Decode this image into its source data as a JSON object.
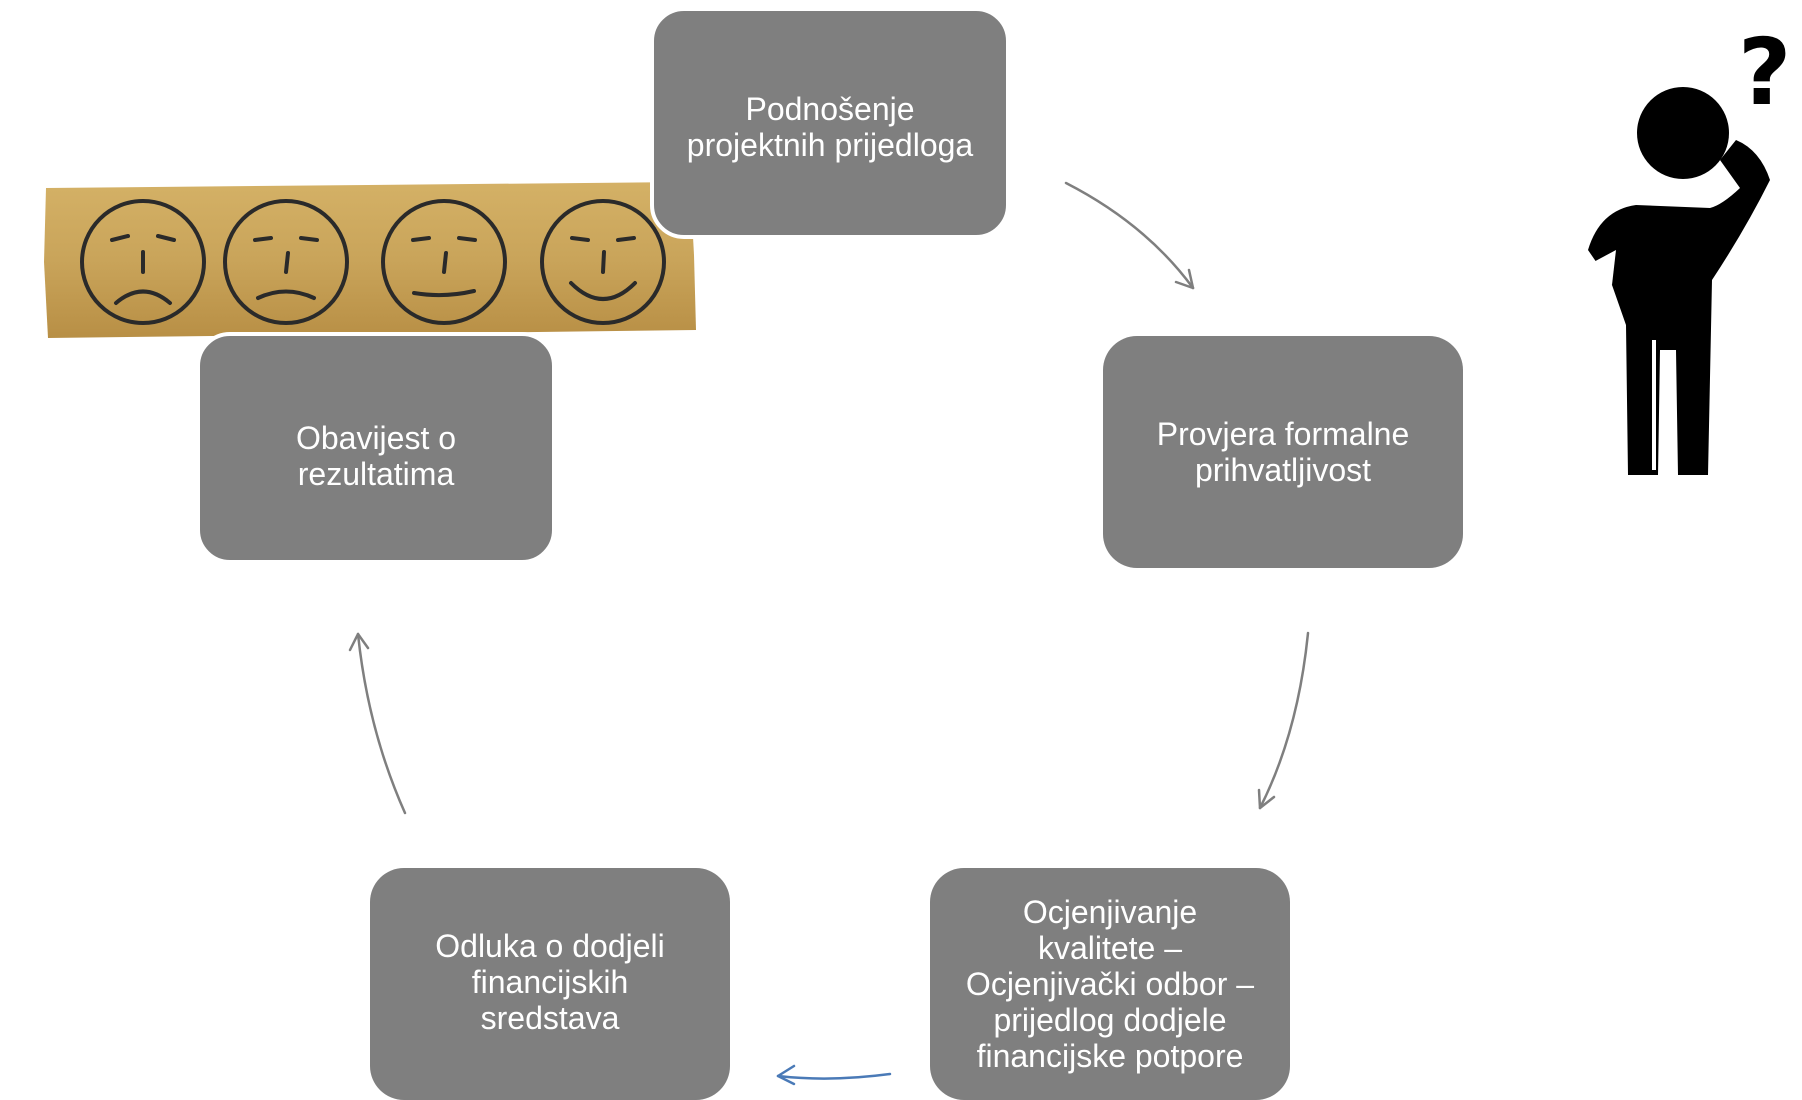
{
  "steps": {
    "submission": "Podnošenje\nprojektnih prijedloga",
    "eligibility_check": "Provjera formalne\nprihvatljivost",
    "quality_assessment": "Ocjenjivanje\nkvalitete –\nOcjenjivački odbor –\nprijedlog dodjele\nfinancijske potpore",
    "funding_decision": "Odluka o dodjeli\nfinancijskih\nsredstava",
    "results_notice": "Obavijest o\nrezultatima"
  },
  "colors": {
    "box_fill": "#7f7f7f",
    "box_text": "#ffffff",
    "arrow_gray": "#7f7f7f",
    "arrow_blue": "#4a7ab7",
    "cardboard": "#c9a45a",
    "figure": "#000000"
  },
  "icons": {
    "smiley_strip": "cardboard-smiley-rating-image",
    "thinking_person": "confused-person-question-mark-icon"
  }
}
